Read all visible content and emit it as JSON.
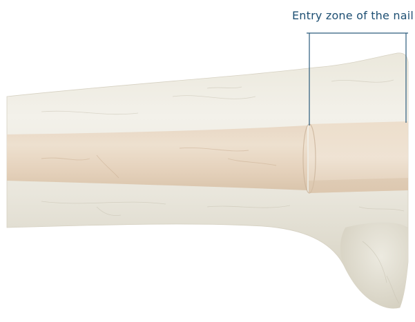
{
  "annotation": {
    "label": "Entry zone of the nail"
  },
  "colors": {
    "annotation_text": "#1d4f73",
    "annotation_line": "#2a5a7c",
    "bone_light": "#f1efe7",
    "bone_mid": "#e2ded1",
    "bone_shadow": "#c9c4b4",
    "canal_light": "#eddcc9",
    "canal_mid": "#e3cdb5",
    "canal_shadow": "#d6bfa6"
  },
  "elements": {
    "bone": "bone-cortex",
    "canal": "intramedullary-canal",
    "entry_zone": "nail-entry-zone"
  }
}
